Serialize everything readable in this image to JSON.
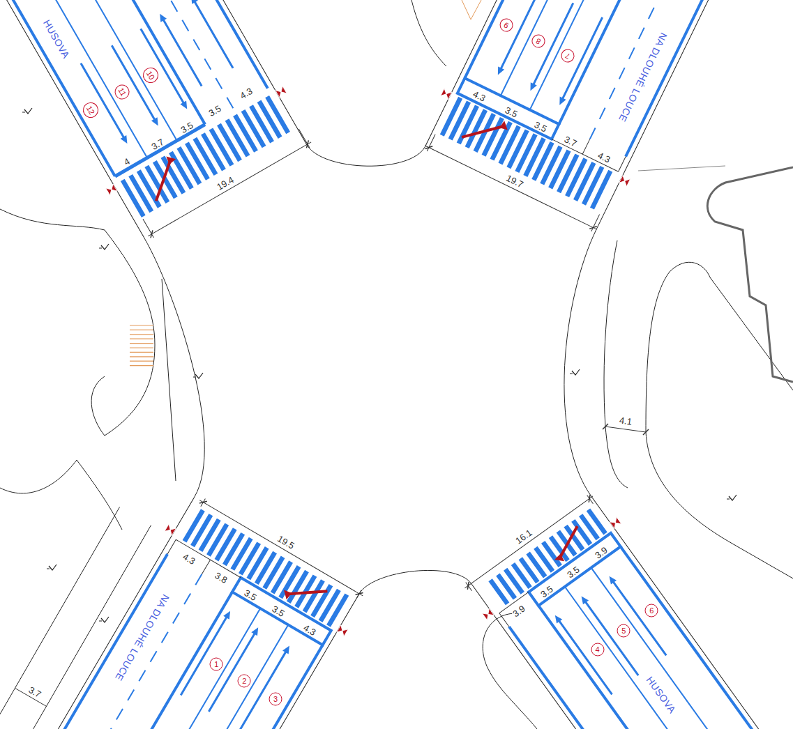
{
  "diagram": {
    "labels": [
      "HUSOVA",
      "12",
      "11",
      "10",
      "4",
      "3.7",
      "3.5",
      "3.5",
      "4.3",
      "19.4",
      "9",
      "8",
      "7",
      "NA DLOUHÉ LOUCE",
      "4.3",
      "3.5",
      "3.5",
      "3.7",
      "4.3",
      "19.7",
      "4.1",
      "19.5",
      "4.3",
      "3.8",
      "3.5",
      "3.5",
      "4.3",
      "NA DLOUHÉ LOUCE",
      "1",
      "2",
      "3",
      "3.7",
      "16.1",
      "3.9",
      "3.5",
      "3.5",
      "3.9",
      "4",
      "5",
      "6",
      "HUSOVA"
    ]
  }
}
